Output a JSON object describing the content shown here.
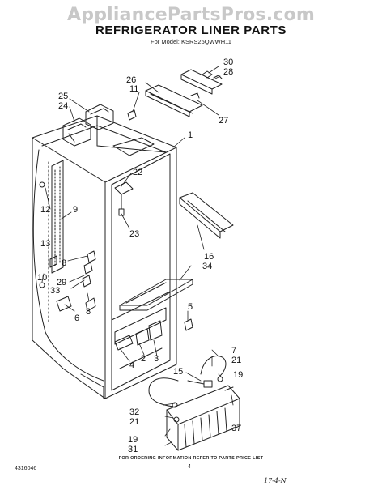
{
  "watermark": "AppliancePartsPros.com",
  "title": "REFRIGERATOR LINER PARTS",
  "model": "For Model: KSRS25QWWH11",
  "callouts": [
    "30",
    "28",
    "26",
    "11",
    "27",
    "25",
    "24",
    "1",
    "22",
    "23",
    "12",
    "9",
    "16",
    "34",
    "13",
    "8",
    "10",
    "29",
    "33",
    "5",
    "6",
    "8",
    "7",
    "21",
    "19",
    "15",
    "4",
    "2",
    "3",
    "32",
    "21",
    "37",
    "19",
    "31"
  ],
  "footer": {
    "note": "FOR ORDERING INFORMATION REFER TO PARTS PRICE LIST",
    "doc_number": "4316046",
    "page": "4",
    "date_mark": "17-4-N"
  }
}
